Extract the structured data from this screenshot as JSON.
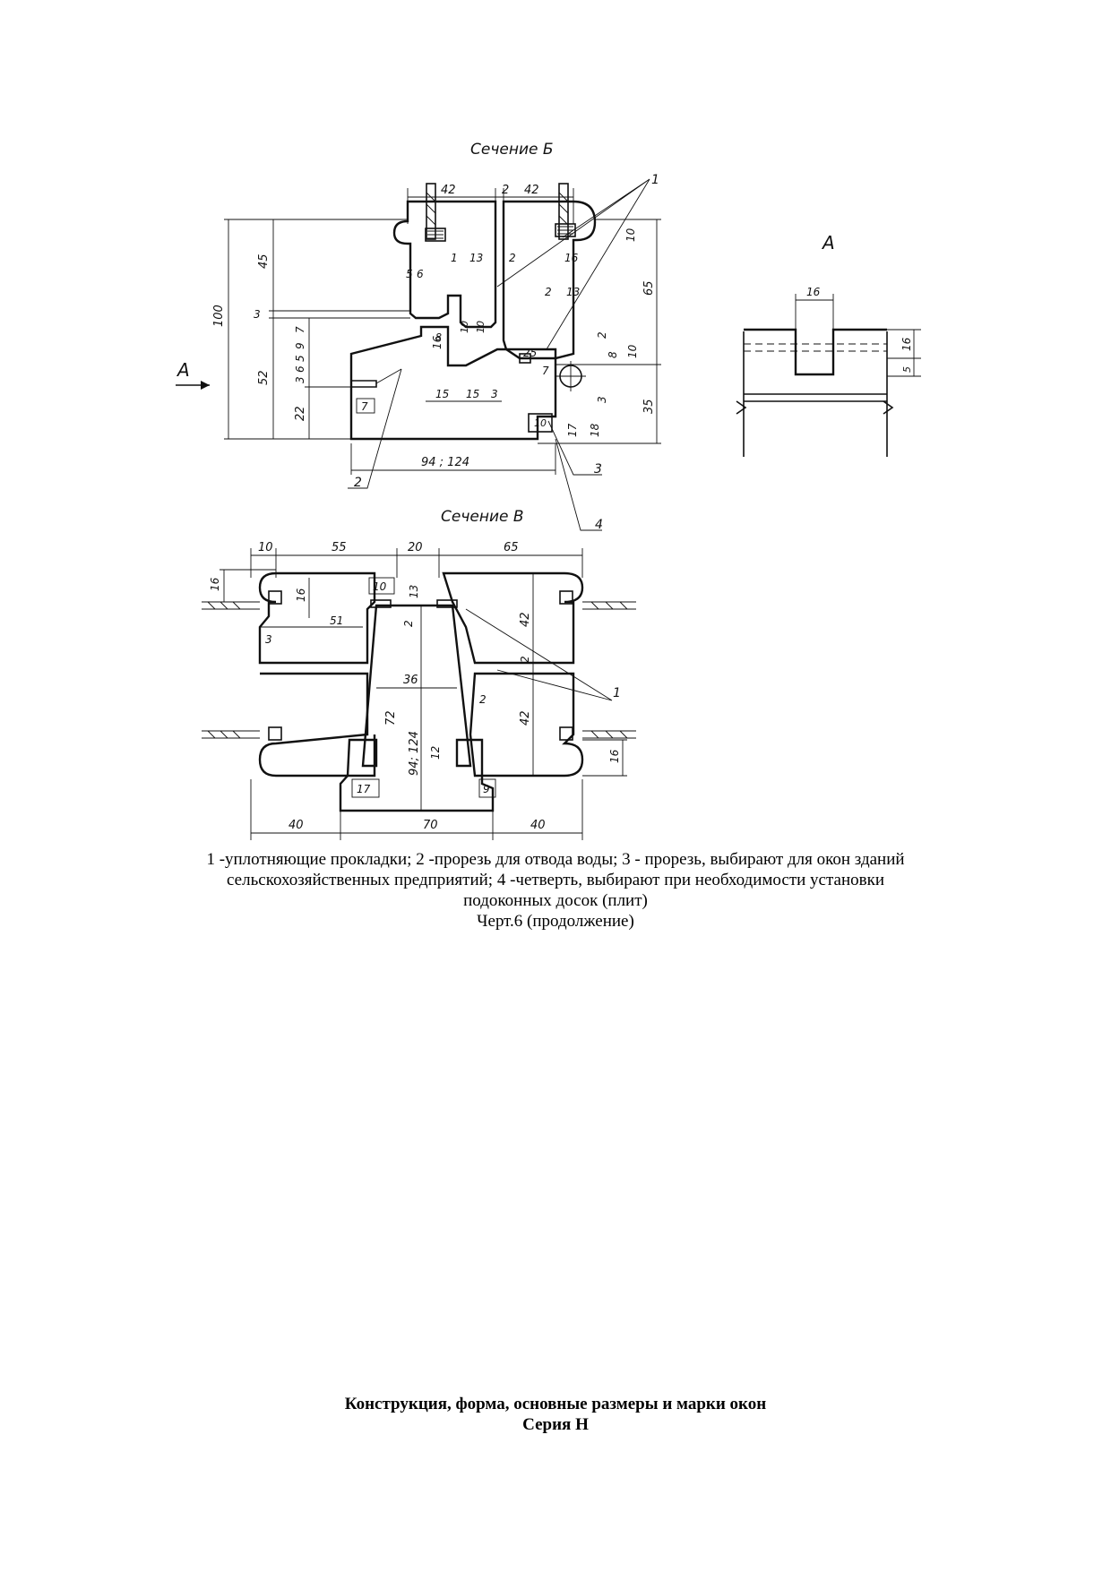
{
  "drawing": {
    "section_b_title": "Сечение Б",
    "section_v_title": "Сечение В",
    "view_a_title": "А",
    "arrow_label": "А",
    "section_b_dims": {
      "top_left": "42",
      "top_gap": "2",
      "top_right": "42",
      "left_100": "100",
      "left_45": "45",
      "left_52": "52",
      "left_22": "22",
      "left_3": "3",
      "stack_7": "7",
      "stack_9": "9",
      "stack_5": "5",
      "stack_6": "6",
      "stack_3": "3",
      "small_5": "5",
      "small_6": "6",
      "small_8": "8",
      "mid_1": "1",
      "mid_13": "13",
      "mid_2": "2",
      "mid_16": "16",
      "mid_10": "10",
      "mid_10b": "10",
      "right_2": "2",
      "right_13": "13",
      "right_16": "16",
      "rail_16": "16",
      "rail_25": "25",
      "b_15a": "15",
      "b_15b": "15",
      "b_3": "3",
      "b_7": "7",
      "b_7b": "7",
      "b_10": "10",
      "b_17": "17",
      "b_18": "18",
      "r_65": "65",
      "r_35": "35",
      "r_10": "10",
      "r_10b": "10",
      "r_8": "8",
      "r_2": "2",
      "r_3": "3",
      "width": "94 ; 124",
      "callout_1": "1",
      "callout_2": "2",
      "callout_3": "3",
      "callout_4": "4"
    },
    "view_a_dims": {
      "w16": "16",
      "h16": "16",
      "h5": "5"
    },
    "section_v_dims": {
      "top_10": "10",
      "top_55": "55",
      "top_20": "20",
      "top_65": "65",
      "l_16": "16",
      "l_16b": "16",
      "l_10": "10",
      "l_51": "51",
      "l_3": "3",
      "l_13": "13",
      "c_2": "2",
      "c_36": "36",
      "c_72": "72",
      "c_width": "94; 124",
      "c_12": "12",
      "c_2b": "2",
      "r_42": "42",
      "r_2": "2",
      "r_42b": "42",
      "r_16": "16",
      "b_17": "17",
      "b_9": "9",
      "bot_40": "40",
      "bot_70": "70",
      "bot_40b": "40",
      "callout_1": "1"
    }
  },
  "caption": {
    "line1": "1 -уплотняющие прокладки; 2 -прорезь для отвода воды; 3 - прорезь, выбирают для окон зданий",
    "line2": "сельскохозяйственных предприятий; 4 -четверть, выбирают при необходимости установки",
    "line3": "подоконных досок (плит)",
    "line4": "Черт.6 (продолжение)"
  },
  "footer": {
    "title": "Конструкция, форма, основные размеры и марки окон",
    "series": "Серия Н"
  }
}
